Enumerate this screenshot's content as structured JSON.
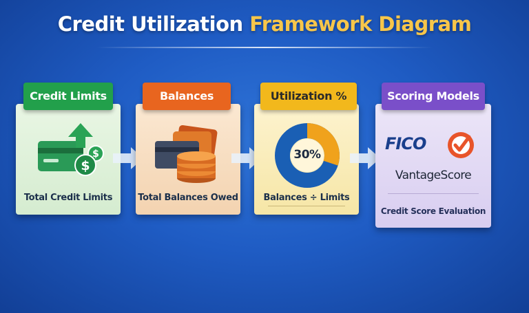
{
  "title": {
    "part1": "Credit Utilization",
    "part2": "Framework Diagram"
  },
  "steps": [
    {
      "header": "Credit Limits",
      "caption": "Total Credit Limits",
      "icon": "credit-card-dollar-icon",
      "color": "#22a04b"
    },
    {
      "header": "Balances",
      "caption": "Total Balances Owed",
      "icon": "card-and-coins-icon",
      "color": "#e8651f"
    },
    {
      "header": "Utilization %",
      "caption": "Balances ÷ Limits",
      "center_label": "30%",
      "icon": "donut-chart-icon",
      "color": "#f2b81c"
    },
    {
      "header": "Scoring Models",
      "caption": "Credit Score Evaluation",
      "icon": "scoring-logos-icon",
      "color": "#7a4fc9",
      "logos": {
        "fico": "FICO",
        "vantage": "VantageScore"
      }
    }
  ],
  "donut": {
    "highlighted_share_percent": 30
  }
}
